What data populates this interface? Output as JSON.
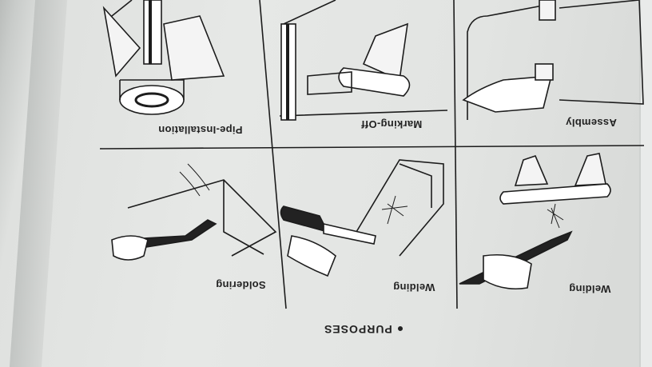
{
  "sheet": {
    "section_title": "● PURPOSES",
    "panels": [
      {
        "label": "Pipe-Installation"
      },
      {
        "label": "Marking-Off"
      },
      {
        "label": "Assembly"
      },
      {
        "label": "Soldering"
      },
      {
        "label": "Welding"
      },
      {
        "label": "Welding"
      }
    ]
  }
}
